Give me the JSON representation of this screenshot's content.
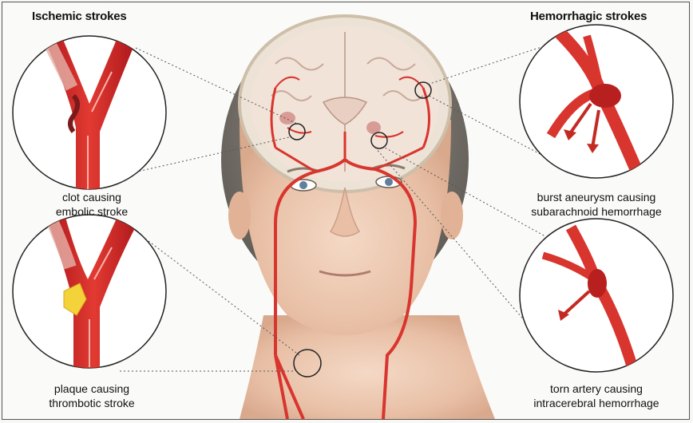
{
  "left_heading": "Ischemic strokes",
  "right_heading": "Hemorrhagic strokes",
  "panels": [
    {
      "line1": "clot causing",
      "line2": "embolic stroke"
    },
    {
      "line1": "plaque causing",
      "line2": "thrombotic stroke"
    },
    {
      "line1": "burst aneurysm causing",
      "line2": "subarachnoid hemorrhage"
    },
    {
      "line1": "torn artery causing",
      "line2": "intracerebral hemorrhage"
    }
  ]
}
